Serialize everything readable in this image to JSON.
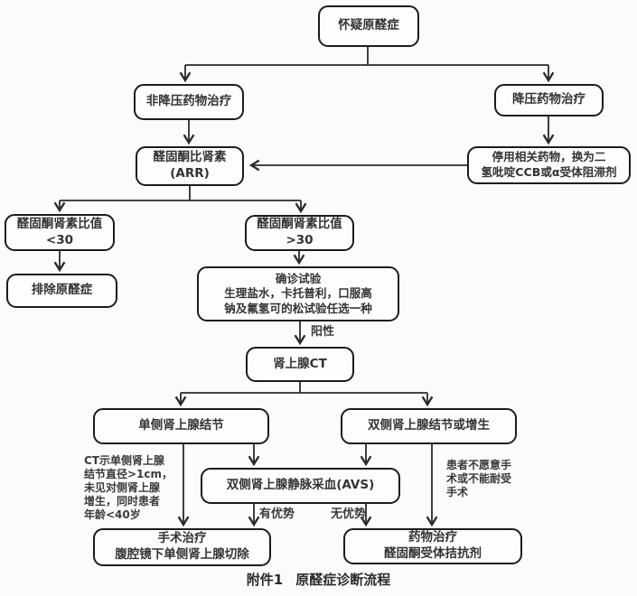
{
  "diagram": {
    "nodes": {
      "suspect": "怀疑原醛症",
      "non_antihypertensive": "非降压药物治疗",
      "antihypertensive": "降压药物治疗",
      "arr": "醛固酮比肾素\n(ARR)",
      "stop_drugs": "停用相关药物，换为二\n氢吡啶CCB或α受体阻滞剂",
      "ratio_lt30": "醛固酮肾素比值\n<30",
      "ratio_gt30": "醛固酮肾素比值\n>30",
      "exclude": "排除原醛症",
      "confirm_test": "确诊试验\n生理盐水，卡托普利，口服高\n钠及氟氢可的松试验任选一种",
      "adrenal_ct": "肾上腺CT",
      "unilateral": "单侧肾上腺结节",
      "bilateral": "双侧肾上腺结节或增生",
      "avs": "双侧肾上腺静脉采血(AVS)",
      "surgery": "手术治疗\n腹腔镜下单侧肾上腺切除",
      "medication": "药物治疗\n醛固酮受体拮抗剂"
    },
    "edge_labels": {
      "positive": "阳性",
      "lateralized": "有优势",
      "not_lateralized": "无优势"
    },
    "side_notes": {
      "unilateral_criteria": "CT示单侧肾上腺\n结节直径>1cm，\n未见对侧肾上腺\n增生，同时患者\n年龄<40岁",
      "bilateral_criteria": "患者不愿意手\n术或不能耐受\n手术"
    },
    "caption": {
      "prefix": "附件1",
      "text": "原醛症诊断流程"
    },
    "colors": {
      "line": "#2a2a2a",
      "box_border": "#1c1c1c",
      "text": "#333333",
      "background": "#fbfbfb"
    }
  }
}
